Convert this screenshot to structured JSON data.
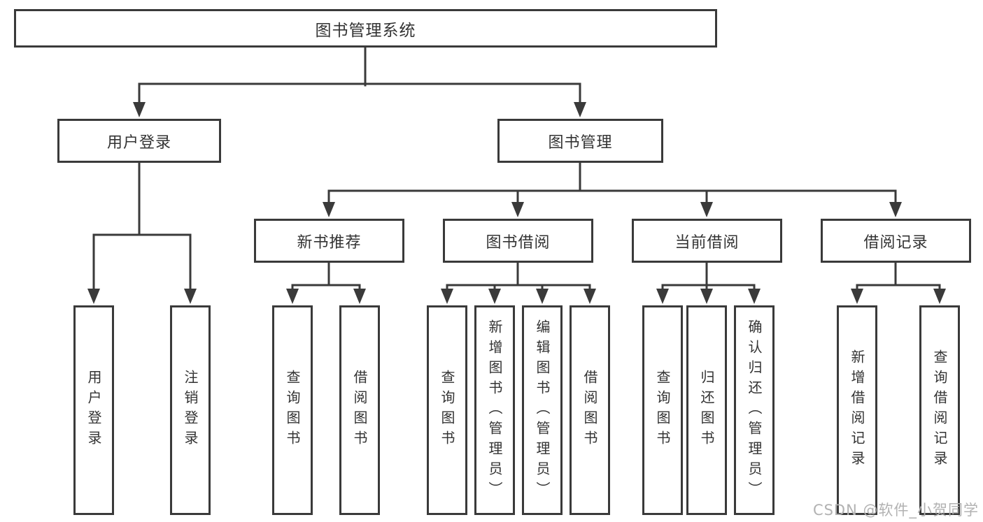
{
  "diagram": {
    "root": {
      "label": "图书管理系统"
    },
    "branches": [
      {
        "label": "用户登录",
        "children": [
          {
            "label": "用户登录"
          },
          {
            "label": "注销登录"
          }
        ]
      },
      {
        "label": "图书管理",
        "children": [
          {
            "label": "新书推荐",
            "children": [
              {
                "label": "查询图书"
              },
              {
                "label": "借阅图书"
              }
            ]
          },
          {
            "label": "图书借阅",
            "children": [
              {
                "label": "查询图书"
              },
              {
                "label": "新增图书（管理员）"
              },
              {
                "label": "编辑图书（管理员）"
              },
              {
                "label": "借阅图书"
              }
            ]
          },
          {
            "label": "当前借阅",
            "children": [
              {
                "label": "查询图书"
              },
              {
                "label": "归还图书"
              },
              {
                "label": "确认归还（管理员）"
              }
            ]
          },
          {
            "label": "借阅记录",
            "children": [
              {
                "label": "新增借阅记录"
              },
              {
                "label": "查询借阅记录"
              }
            ]
          }
        ]
      }
    ]
  },
  "watermark": {
    "text": "CSDN @软件_小贺同学"
  },
  "colors": {
    "line": "#3a3a3a",
    "text": "#333333",
    "box_fill": "#ffffff",
    "watermark": "#b2b2b2",
    "background": "#ffffff"
  }
}
